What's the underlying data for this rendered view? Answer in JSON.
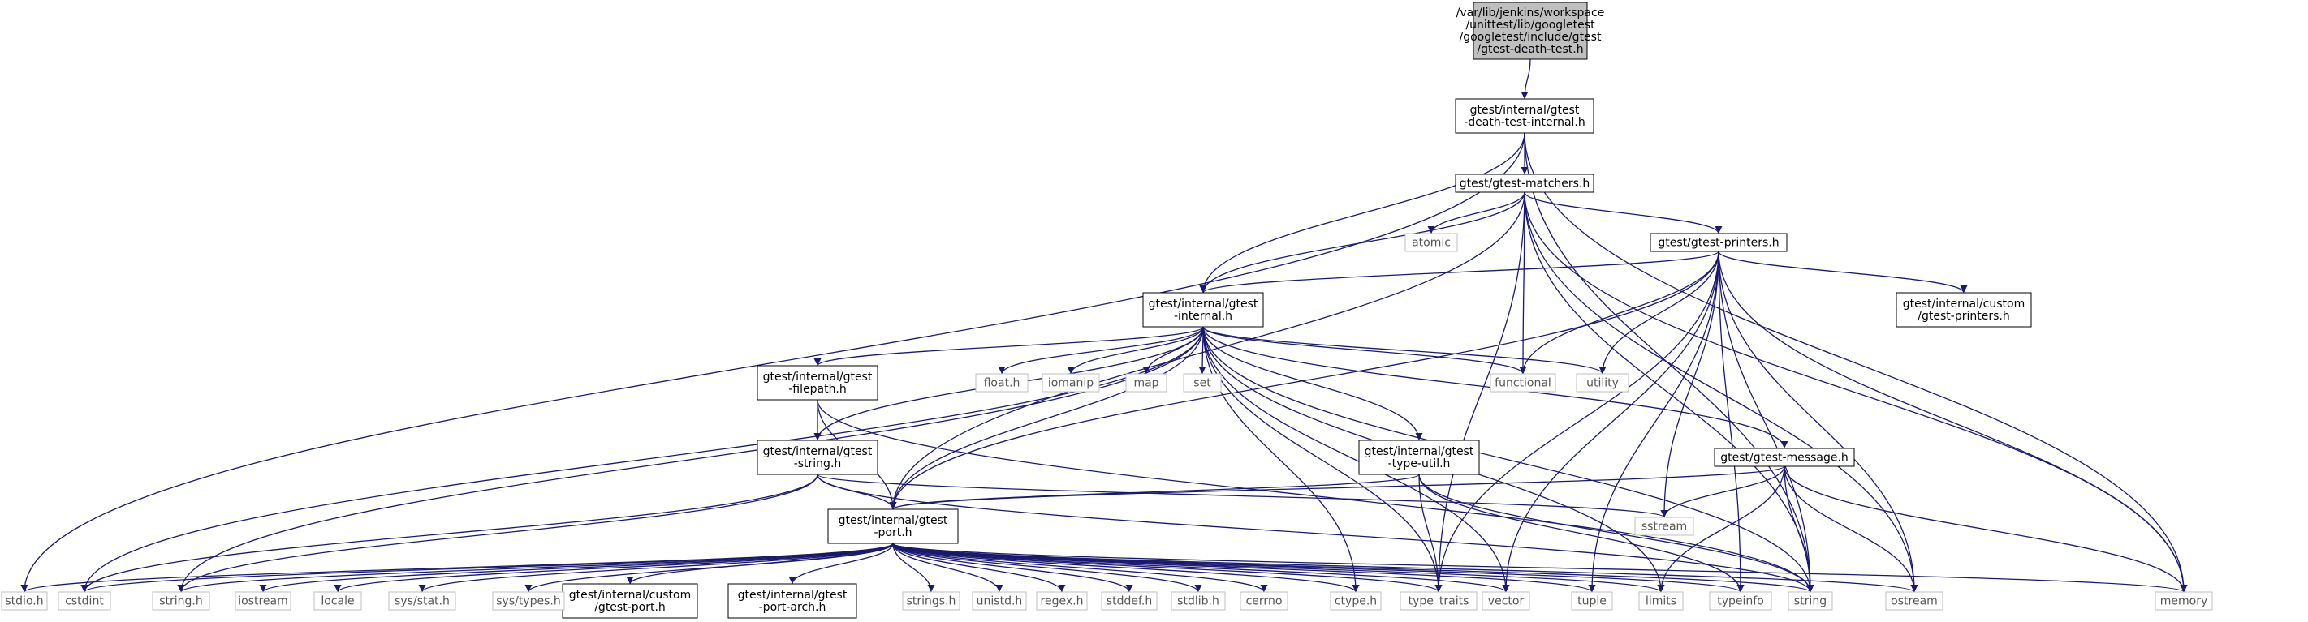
{
  "graph": {
    "root": {
      "lines": [
        "/var/lib/jenkins/workspace",
        "/unittest/lib/googletest",
        "/googletest/include/gtest",
        "/gtest-death-test.h"
      ]
    },
    "nodes": {
      "dti": {
        "lines": [
          "gtest/internal/gtest",
          "-death-test-internal.h"
        ]
      },
      "matchers": {
        "lines": [
          "gtest/gtest-matchers.h"
        ]
      },
      "printers": {
        "lines": [
          "gtest/gtest-printers.h"
        ]
      },
      "internal": {
        "lines": [
          "gtest/internal/gtest",
          "-internal.h"
        ]
      },
      "custom_printers": {
        "lines": [
          "gtest/internal/custom",
          "/gtest-printers.h"
        ]
      },
      "filepath": {
        "lines": [
          "gtest/internal/gtest",
          "-filepath.h"
        ]
      },
      "stringh": {
        "lines": [
          "gtest/internal/gtest",
          "-string.h"
        ]
      },
      "typeutil": {
        "lines": [
          "gtest/internal/gtest",
          "-type-util.h"
        ]
      },
      "message": {
        "lines": [
          "gtest/gtest-message.h"
        ]
      },
      "port": {
        "lines": [
          "gtest/internal/gtest",
          "-port.h"
        ]
      },
      "custom_port": {
        "lines": [
          "gtest/internal/custom",
          "/gtest-port.h"
        ]
      },
      "port_arch": {
        "lines": [
          "gtest/internal/gtest",
          "-port-arch.h"
        ]
      },
      "atomic": {
        "lines": [
          "atomic"
        ]
      },
      "float_h": {
        "lines": [
          "float.h"
        ]
      },
      "iomanip": {
        "lines": [
          "iomanip"
        ]
      },
      "map": {
        "lines": [
          "map"
        ]
      },
      "set": {
        "lines": [
          "set"
        ]
      },
      "functional": {
        "lines": [
          "functional"
        ]
      },
      "utility": {
        "lines": [
          "utility"
        ]
      },
      "sstream": {
        "lines": [
          "sstream"
        ]
      },
      "stdio_h": {
        "lines": [
          "stdio.h"
        ]
      },
      "cstdint": {
        "lines": [
          "cstdint"
        ]
      },
      "string_h": {
        "lines": [
          "string.h"
        ]
      },
      "iostream": {
        "lines": [
          "iostream"
        ]
      },
      "locale": {
        "lines": [
          "locale"
        ]
      },
      "sys_stat": {
        "lines": [
          "sys/stat.h"
        ]
      },
      "sys_types": {
        "lines": [
          "sys/types.h"
        ]
      },
      "strings_h": {
        "lines": [
          "strings.h"
        ]
      },
      "unistd_h": {
        "lines": [
          "unistd.h"
        ]
      },
      "regex_h": {
        "lines": [
          "regex.h"
        ]
      },
      "stddef_h": {
        "lines": [
          "stddef.h"
        ]
      },
      "stdlib_h": {
        "lines": [
          "stdlib.h"
        ]
      },
      "cerrno": {
        "lines": [
          "cerrno"
        ]
      },
      "ctype_h": {
        "lines": [
          "ctype.h"
        ]
      },
      "type_traits": {
        "lines": [
          "type_traits"
        ]
      },
      "vector": {
        "lines": [
          "vector"
        ]
      },
      "tuple": {
        "lines": [
          "tuple"
        ]
      },
      "limits": {
        "lines": [
          "limits"
        ]
      },
      "typeinfo": {
        "lines": [
          "typeinfo"
        ]
      },
      "string": {
        "lines": [
          "string"
        ]
      },
      "ostream": {
        "lines": [
          "ostream"
        ]
      },
      "memory": {
        "lines": [
          "memory"
        ]
      }
    },
    "edges": [
      [
        "root",
        "dti"
      ],
      [
        "dti",
        "matchers"
      ],
      [
        "dti",
        "internal"
      ],
      [
        "dti",
        "stdio_h"
      ],
      [
        "dti",
        "string"
      ],
      [
        "dti",
        "memory"
      ],
      [
        "matchers",
        "printers"
      ],
      [
        "matchers",
        "internal"
      ],
      [
        "matchers",
        "port"
      ],
      [
        "matchers",
        "atomic"
      ],
      [
        "matchers",
        "functional"
      ],
      [
        "matchers",
        "string"
      ],
      [
        "matchers",
        "ostream"
      ],
      [
        "matchers",
        "memory"
      ],
      [
        "matchers",
        "type_traits"
      ],
      [
        "printers",
        "internal"
      ],
      [
        "printers",
        "custom_printers"
      ],
      [
        "printers",
        "port"
      ],
      [
        "printers",
        "functional"
      ],
      [
        "printers",
        "utility"
      ],
      [
        "printers",
        "sstream"
      ],
      [
        "printers",
        "type_traits"
      ],
      [
        "printers",
        "vector"
      ],
      [
        "printers",
        "tuple"
      ],
      [
        "printers",
        "typeinfo"
      ],
      [
        "printers",
        "string"
      ],
      [
        "printers",
        "ostream"
      ],
      [
        "printers",
        "memory"
      ],
      [
        "internal",
        "filepath"
      ],
      [
        "internal",
        "stringh"
      ],
      [
        "internal",
        "port"
      ],
      [
        "internal",
        "typeutil"
      ],
      [
        "internal",
        "message"
      ],
      [
        "internal",
        "float_h"
      ],
      [
        "internal",
        "iomanip"
      ],
      [
        "internal",
        "map"
      ],
      [
        "internal",
        "set"
      ],
      [
        "internal",
        "functional"
      ],
      [
        "internal",
        "utility"
      ],
      [
        "internal",
        "cstdint"
      ],
      [
        "internal",
        "string_h"
      ],
      [
        "internal",
        "ctype_h"
      ],
      [
        "internal",
        "type_traits"
      ],
      [
        "internal",
        "vector"
      ],
      [
        "internal",
        "limits"
      ],
      [
        "internal",
        "string"
      ],
      [
        "filepath",
        "stringh"
      ],
      [
        "filepath",
        "port"
      ],
      [
        "filepath",
        "string"
      ],
      [
        "stringh",
        "port"
      ],
      [
        "stringh",
        "cstdint"
      ],
      [
        "stringh",
        "string_h"
      ],
      [
        "stringh",
        "sstream"
      ],
      [
        "stringh",
        "string"
      ],
      [
        "typeutil",
        "port"
      ],
      [
        "typeutil",
        "type_traits"
      ],
      [
        "typeutil",
        "typeinfo"
      ],
      [
        "typeutil",
        "string"
      ],
      [
        "message",
        "port"
      ],
      [
        "message",
        "sstream"
      ],
      [
        "message",
        "limits"
      ],
      [
        "message",
        "string"
      ],
      [
        "message",
        "ostream"
      ],
      [
        "message",
        "memory"
      ],
      [
        "port",
        "stdio_h"
      ],
      [
        "port",
        "cstdint"
      ],
      [
        "port",
        "string_h"
      ],
      [
        "port",
        "iostream"
      ],
      [
        "port",
        "locale"
      ],
      [
        "port",
        "sys_stat"
      ],
      [
        "port",
        "sys_types"
      ],
      [
        "port",
        "custom_port"
      ],
      [
        "port",
        "port_arch"
      ],
      [
        "port",
        "strings_h"
      ],
      [
        "port",
        "unistd_h"
      ],
      [
        "port",
        "regex_h"
      ],
      [
        "port",
        "stddef_h"
      ],
      [
        "port",
        "stdlib_h"
      ],
      [
        "port",
        "cerrno"
      ],
      [
        "port",
        "ctype_h"
      ],
      [
        "port",
        "type_traits"
      ],
      [
        "port",
        "vector"
      ],
      [
        "port",
        "tuple"
      ],
      [
        "port",
        "limits"
      ],
      [
        "port",
        "typeinfo"
      ],
      [
        "port",
        "string"
      ],
      [
        "port",
        "ostream"
      ],
      [
        "port",
        "memory"
      ]
    ]
  },
  "colors": {
    "edge": "#191970",
    "project_border": "#000000",
    "system_border": "#bfbfbf",
    "system_text": "#555555",
    "root_fill": "#bfbfbf",
    "node_fill": "#ffffff"
  }
}
